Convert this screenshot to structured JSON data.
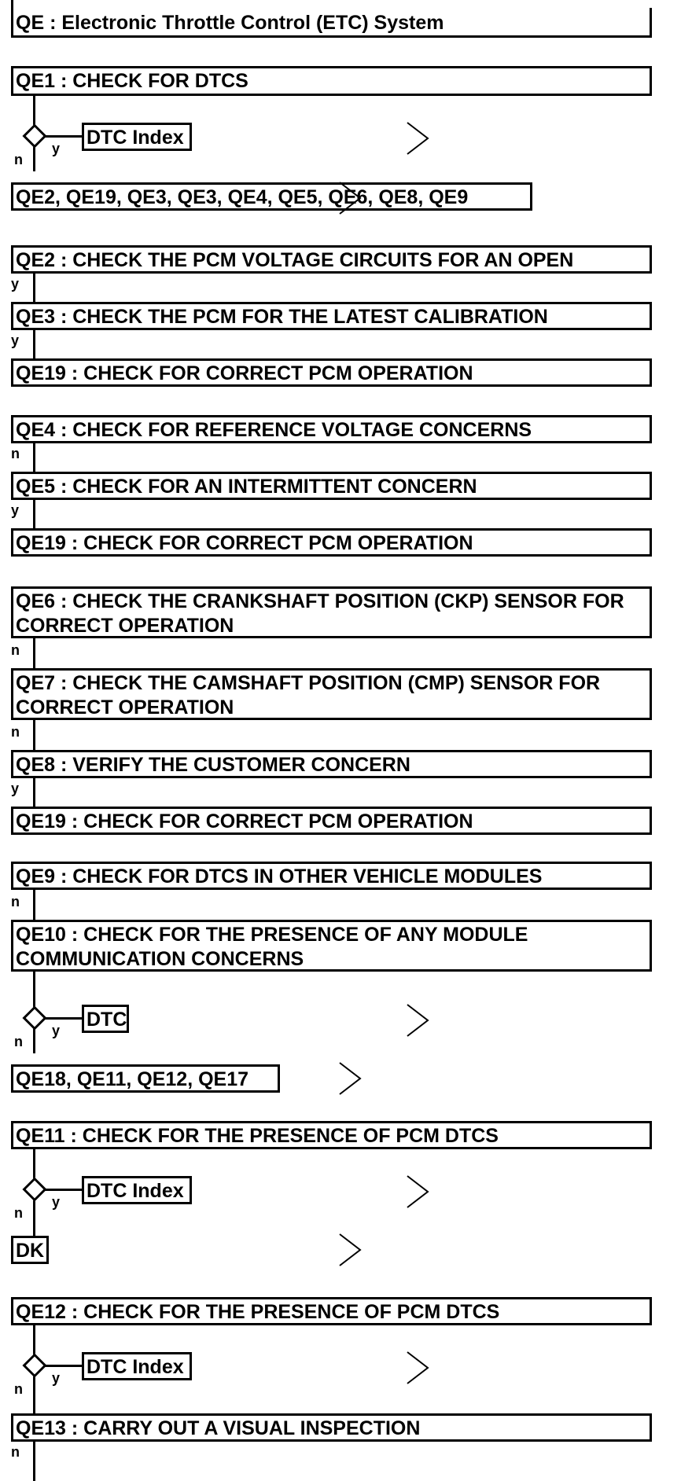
{
  "title": "QE : Electronic Throttle Control (ETC) System",
  "steps": {
    "qe1": "QE1 : CHECK FOR DTCS",
    "qe1_link": "DTC Index",
    "qe1_list": "QE2, QE19, QE3, QE3, QE4, QE5, QE6, QE8, QE9",
    "qe2": "QE2 : CHECK THE PCM VOLTAGE CIRCUITS FOR AN OPEN",
    "qe3": "QE3 : CHECK THE PCM FOR THE LATEST CALIBRATION",
    "qe19a": "QE19 : CHECK FOR CORRECT PCM OPERATION",
    "qe4": "QE4 : CHECK FOR REFERENCE VOLTAGE CONCERNS",
    "qe5": "QE5 : CHECK FOR AN INTERMITTENT CONCERN",
    "qe19b": "QE19 : CHECK FOR CORRECT PCM OPERATION",
    "qe6": "QE6 : CHECK THE CRANKSHAFT POSITION (CKP) SENSOR FOR CORRECT OPERATION",
    "qe7": "QE7 : CHECK THE CAMSHAFT POSITION (CMP) SENSOR FOR CORRECT OPERATION",
    "qe8": "QE8 : VERIFY THE CUSTOMER CONCERN",
    "qe19c": "QE19 : CHECK FOR CORRECT PCM OPERATION",
    "qe9": "QE9 : CHECK FOR DTCS IN OTHER VEHICLE MODULES",
    "qe10": "QE10 : CHECK FOR THE PRESENCE OF ANY MODULE COMMUNICATION CONCERNS",
    "qe10_link": "DTC",
    "qe10_list": "QE18, QE11, QE12, QE17",
    "qe11": "QE11 : CHECK FOR THE PRESENCE OF PCM DTCS",
    "qe11_link": "DTC Index",
    "qe11_list": "DK",
    "qe12": "QE12 : CHECK FOR THE PRESENCE OF PCM DTCS",
    "qe12_link": "DTC Index",
    "qe13": "QE13 : CARRY OUT A VISUAL INSPECTION"
  },
  "labels": {
    "yes": "y",
    "no": "n"
  }
}
